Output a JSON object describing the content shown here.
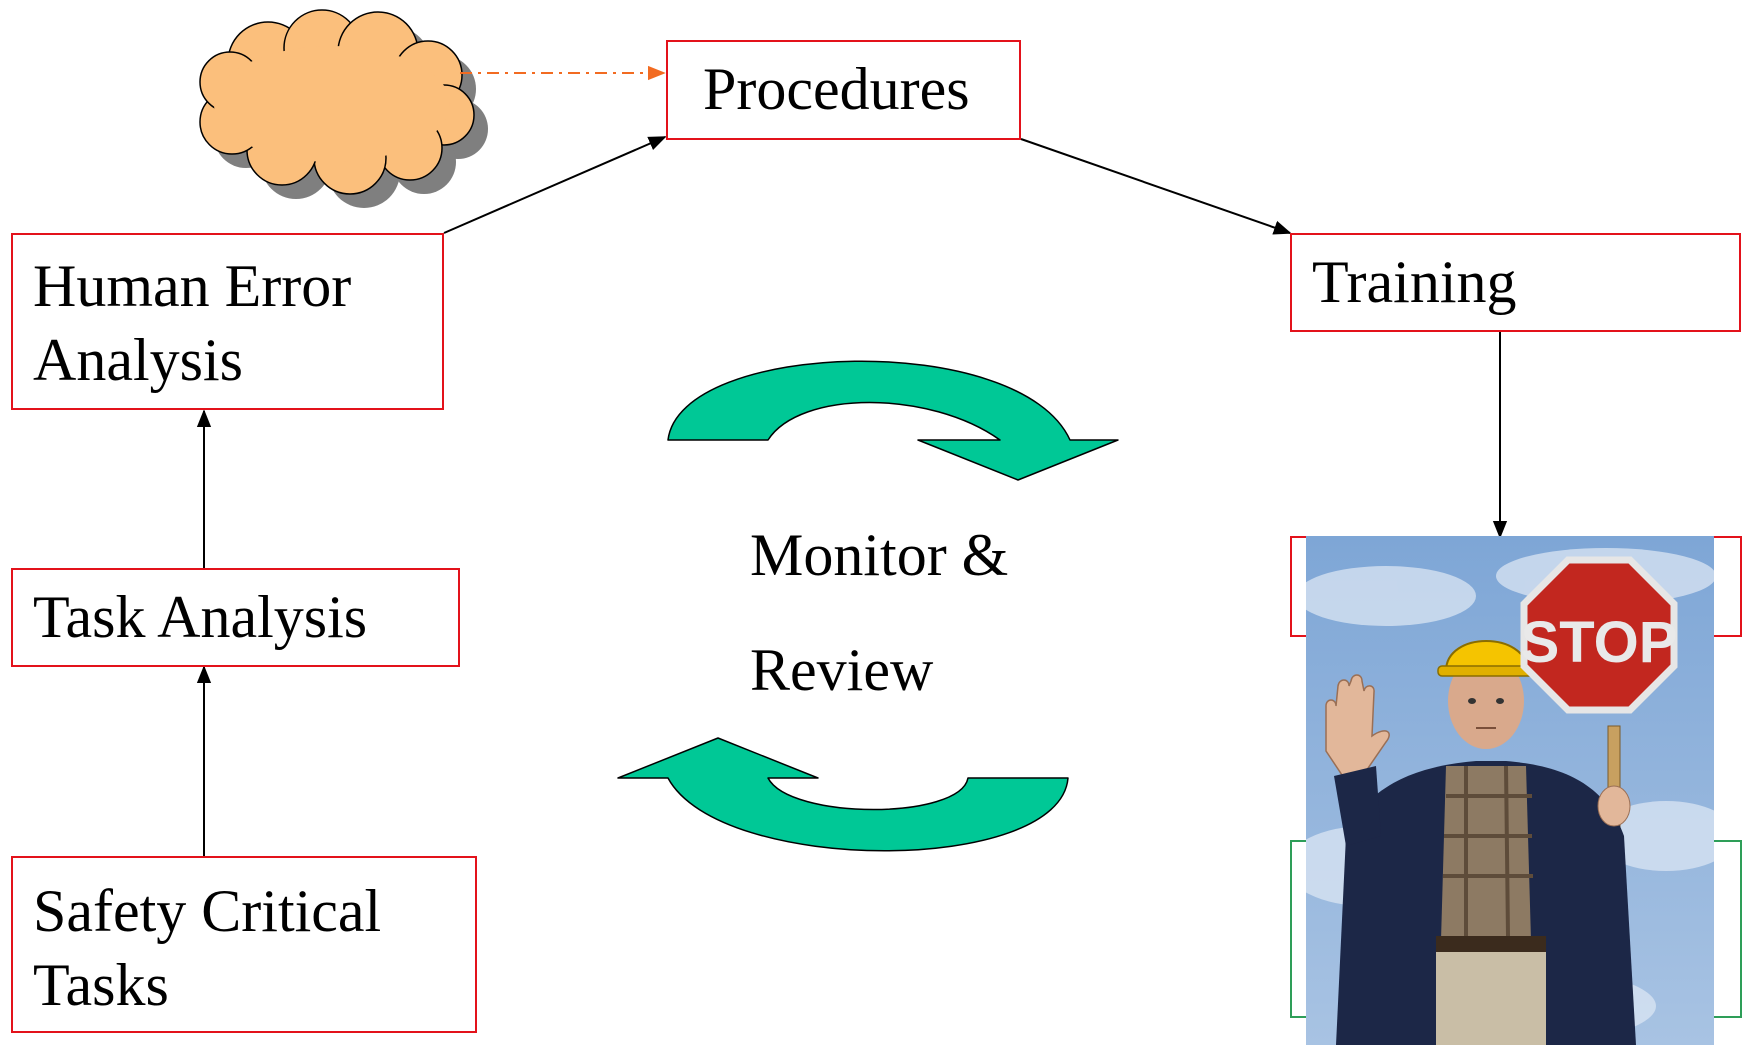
{
  "nodes": {
    "procedures": "Procedures",
    "training": "Training",
    "human_error": "Human Error\nAnalysis",
    "task_analysis": "Task Analysis",
    "safety_tasks": "Safety Critical\nTasks"
  },
  "center": {
    "line1": "Monitor &",
    "line2": "Review"
  },
  "photo": {
    "sign_text": "STOP"
  },
  "colors": {
    "box_border": "#e3121b",
    "cycle_arrow": "#00c896",
    "cloud": "#fbbf7c",
    "dashed_arrow": "#f26b21",
    "hidden_box_border": "#2e9e58"
  }
}
